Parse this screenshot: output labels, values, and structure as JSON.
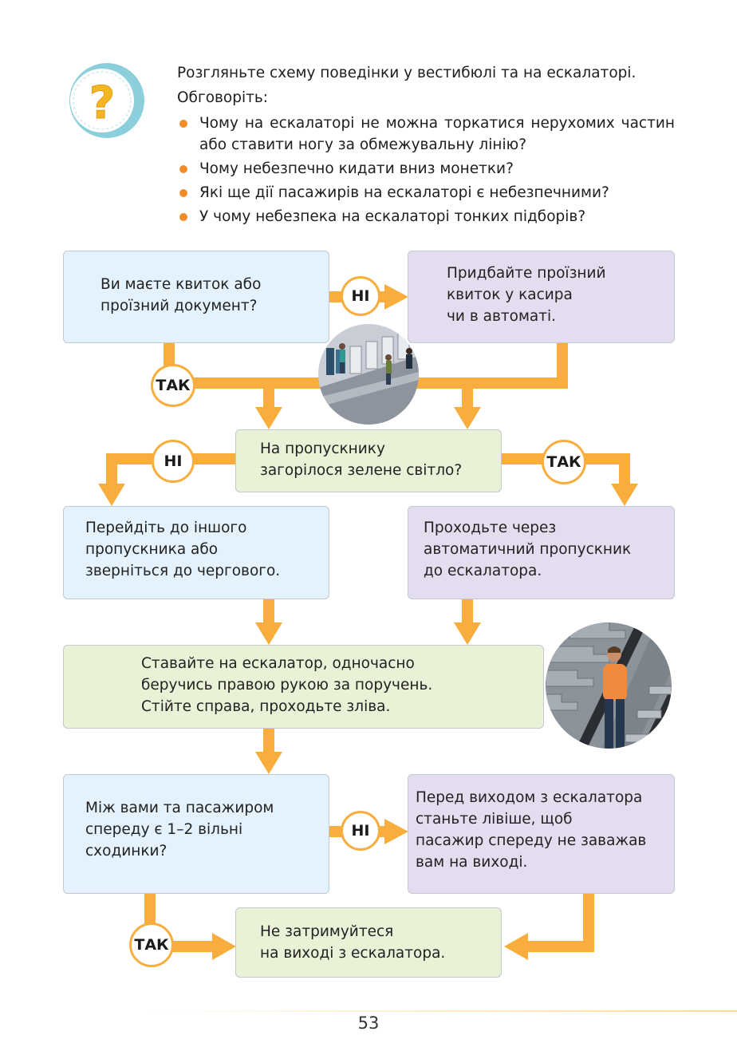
{
  "intro": {
    "lead": "Розгляньте схему поведінки у вестибюлі та на ескалаторі.",
    "prompt": "Обговоріть:",
    "questions": [
      "Чому на ескалаторі не можна торкатися нерухомих частин або ставити ногу за обмежувальну лінію?",
      "Чому небезпечно кидати вниз монетки?",
      "Які ще дії пасажирів на ескалаторі є небезпечними?",
      "У чому небезпека на ескалаторі тонких підборів?"
    ]
  },
  "icon": {
    "glyph": "?",
    "name": "question-icon",
    "color": "#f5b623",
    "ring": "#7fc8d6"
  },
  "flow": {
    "q_ticket": "Ви маєте квиток або\nпроїзний документ?",
    "buy_ticket": "Придбайте проїзний\nквиток у касира\nчи в автоматі.",
    "q_green": "На пропускнику\nзагорілося зелене світло?",
    "other_gate": "Перейдіть до іншого\nпропускника або\nзверніться до чергового.",
    "pass_gate": "Проходьте через\nавтоматичний пропускник\nдо ескалатора.",
    "escalator": "Ставайте на ескалатор, одночасно\nберучись правою рукою за поручень.\nСтійте справа, проходьте зліва.",
    "q_steps": "Між вами та пасажиром\nспереду є 1–2 вільні\nсходинки?",
    "step_left": "Перед виходом з ескалатора\nстаньте лівіше, щоб\nпасажир спереду не заважав\nвам на виході.",
    "no_delay": "Не затримуйтеся\nна виході з ескалатора."
  },
  "labels": {
    "yes": "ТАК",
    "no": "НІ"
  },
  "colors": {
    "arrow": "#f8ad3d",
    "blue_box": "#e3f2fc",
    "purple_box": "#e4dcef",
    "green_box": "#e9f1d7",
    "bullet": "#f28c28"
  },
  "page_number": "53"
}
